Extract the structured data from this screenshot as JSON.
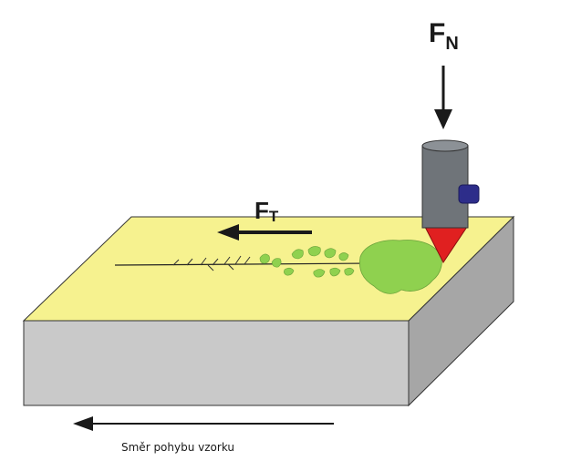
{
  "labels": {
    "normal_force_main": "F",
    "normal_force_sub": "N",
    "tangential_force_main": "F",
    "tangential_force_sub": "T",
    "direction_caption": "Směr pohybu vzorku"
  },
  "colors": {
    "sample_top": "#f6f28f",
    "sample_front": "#c9c9c9",
    "sample_side": "#a6a6a6",
    "indenter_body": "#6f7479",
    "indenter_tip": "#e02020",
    "indenter_clip": "#2d2d8a",
    "damage": "#8fd14f",
    "arrow": "#1a1a1a"
  },
  "icons": {
    "normal_force_arrow": "arrow-down-icon",
    "tangential_force_arrow": "arrow-left-icon",
    "direction_arrow": "arrow-left-icon"
  }
}
